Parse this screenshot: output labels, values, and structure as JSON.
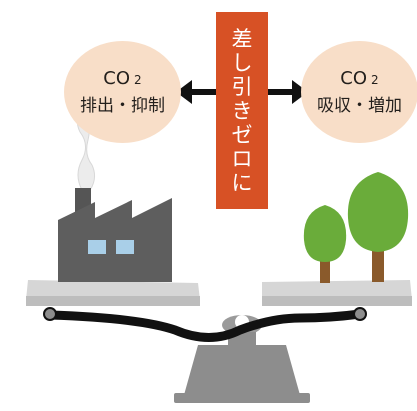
{
  "left_bubble": {
    "co2": "CO",
    "sub": "2",
    "action": "排出・抑制"
  },
  "right_bubble": {
    "co2": "CO",
    "sub": "2",
    "action": "吸収・増加"
  },
  "banner": {
    "chars": [
      "差",
      "し",
      "引",
      "き",
      "ゼ",
      "ロ",
      "に"
    ]
  },
  "colors": {
    "bubble_bg": "#f8dec8",
    "banner_bg": "#d75125",
    "scale_gray": "#8d8d8d",
    "factory_gray": "#5e5e5e",
    "tree_green": "#6aac3a",
    "trunk_brown": "#8a5a2b"
  },
  "icons": [
    "arrow-left-icon",
    "arrow-right-icon",
    "factory-icon",
    "tree-icon",
    "balance-scale-icon"
  ]
}
